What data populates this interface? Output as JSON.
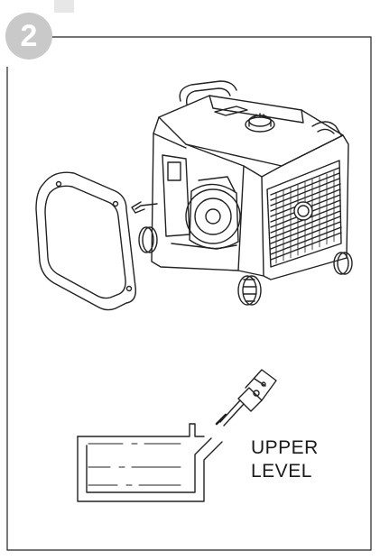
{
  "step": {
    "number": "2"
  },
  "instruction_label": {
    "line1": "UPPER",
    "line2": "LEVEL"
  },
  "illustration": {
    "generator": "inverter-generator-with-side-panel-removed",
    "oil_fill": "oil-dipstick-and-crankcase-level"
  }
}
